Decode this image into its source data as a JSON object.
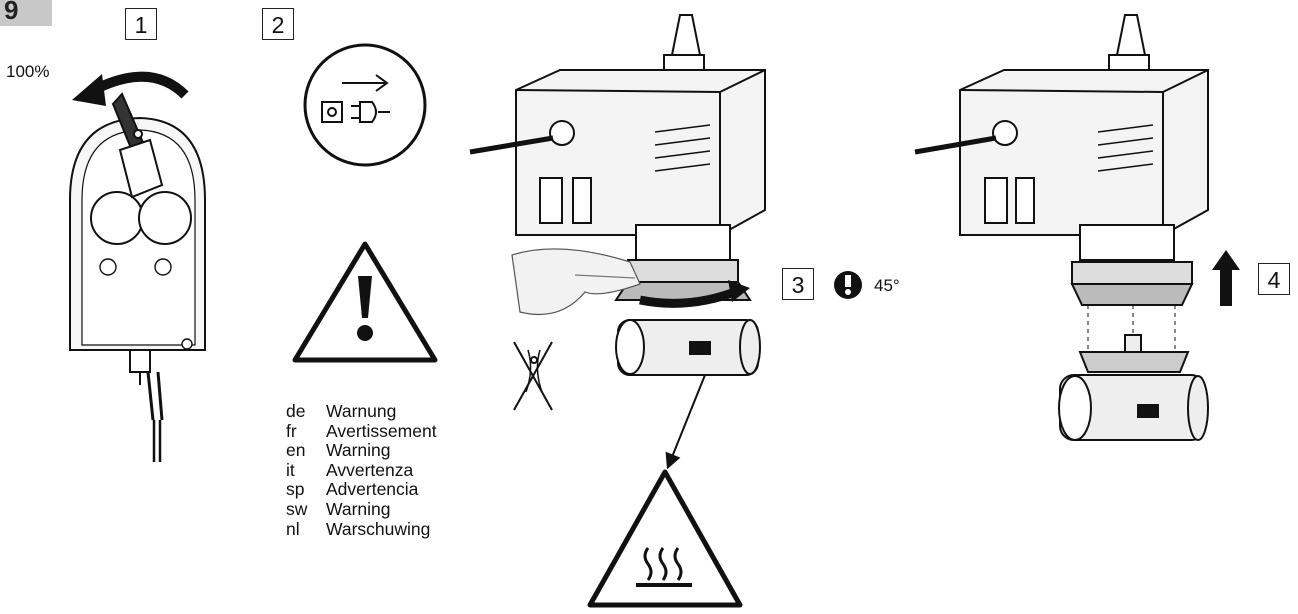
{
  "figure_number": "9",
  "steps": {
    "s1": "1",
    "s2": "2",
    "s3": "3",
    "s4": "4"
  },
  "labels": {
    "percent": "100%",
    "angle": "45°"
  },
  "languages": [
    {
      "code": "de",
      "word": "Warnung"
    },
    {
      "code": "fr",
      "word": "Avertissement"
    },
    {
      "code": "en",
      "word": "Warning"
    },
    {
      "code": "it",
      "word": "Avvertenza"
    },
    {
      "code": "sp",
      "word": "Advertencia"
    },
    {
      "code": "sw",
      "word": "Warning"
    },
    {
      "code": "nl",
      "word": "Warschuwing"
    }
  ],
  "icons": [
    "manual-lever-icon",
    "disconnect-power-icon",
    "warning-icon",
    "no-pliers-icon",
    "hot-surface-icon",
    "caution-icon",
    "arrow-up-icon"
  ]
}
